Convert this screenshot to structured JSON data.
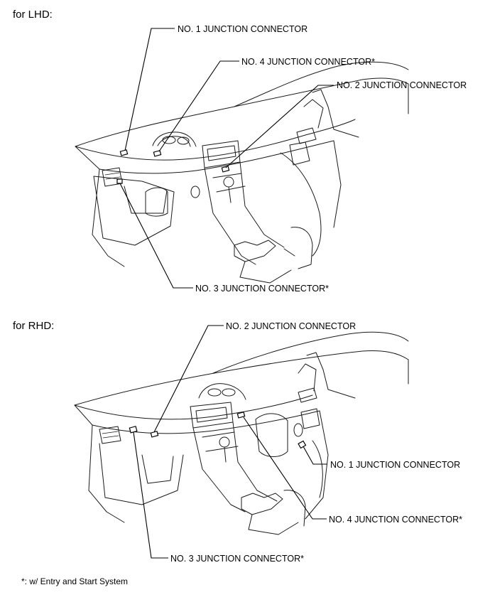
{
  "lhd": {
    "heading": "for LHD:",
    "labels": {
      "no1": "NO. 1 JUNCTION CONNECTOR",
      "no4": "NO. 4 JUNCTION CONNECTOR*",
      "no2": "NO. 2 JUNCTION CONNECTOR",
      "no3": "NO. 3 JUNCTION CONNECTOR*"
    }
  },
  "rhd": {
    "heading": "for RHD:",
    "labels": {
      "no2": "NO. 2 JUNCTION CONNECTOR",
      "no1": "NO. 1 JUNCTION CONNECTOR",
      "no4": "NO. 4 JUNCTION CONNECTOR*",
      "no3": "NO. 3 JUNCTION CONNECTOR*"
    }
  },
  "footnote": "*: w/ Entry and Start System"
}
